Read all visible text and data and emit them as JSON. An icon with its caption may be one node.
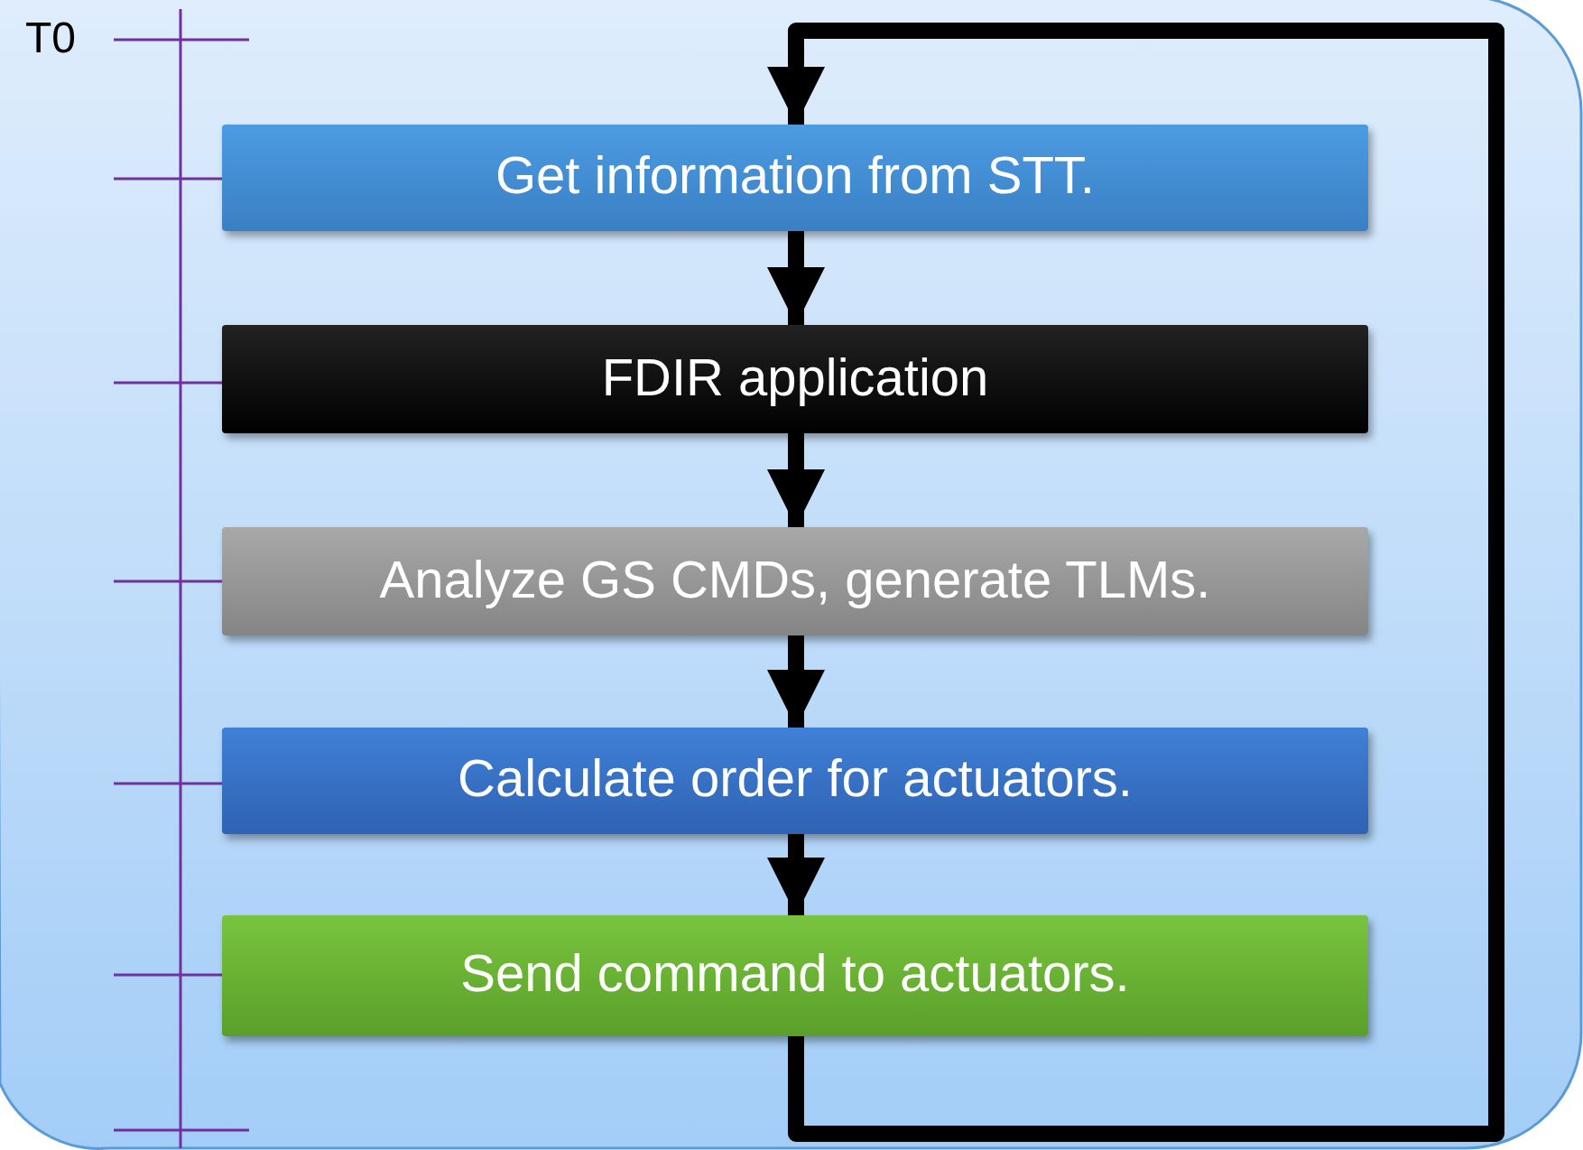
{
  "diagram": {
    "nodes": [
      {
        "text": [
          "Get information from STT."
        ]
      },
      {
        "text": [
          "FDIR application"
        ]
      },
      {
        "text": [
          "Analyze GS CMDs, generate TLMs."
        ]
      },
      {
        "text": [
          "Calculate order for actuators."
        ]
      },
      {
        "text": [
          "Send command to actuators."
        ]
      }
    ],
    "edges": [
      {
        "from": 0,
        "to": 1,
        "arrow": "to"
      },
      {
        "from": 1,
        "to": 2,
        "arrow": "to"
      },
      {
        "from": 2,
        "to": 3,
        "arrow": "to"
      },
      {
        "from": 3,
        "to": 4,
        "arrow": "to"
      },
      {
        "from": 4,
        "to": 0,
        "arrow": "to"
      }
    ],
    "labels": [
      "T0"
    ]
  }
}
